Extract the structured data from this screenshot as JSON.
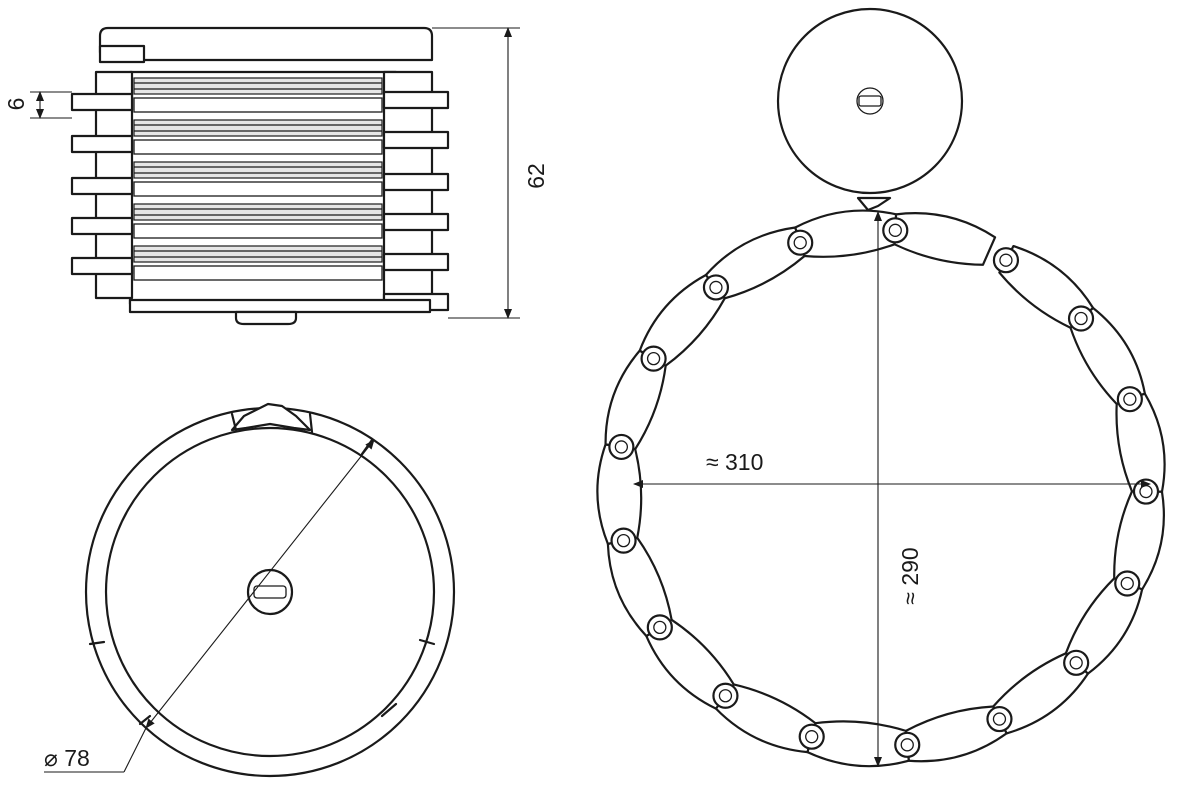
{
  "dimensions": {
    "layer_spacing": "6",
    "stack_height": "62",
    "disk_diameter": "⌀ 78",
    "ring_width": "≈ 310",
    "ring_height": "≈ 290"
  }
}
